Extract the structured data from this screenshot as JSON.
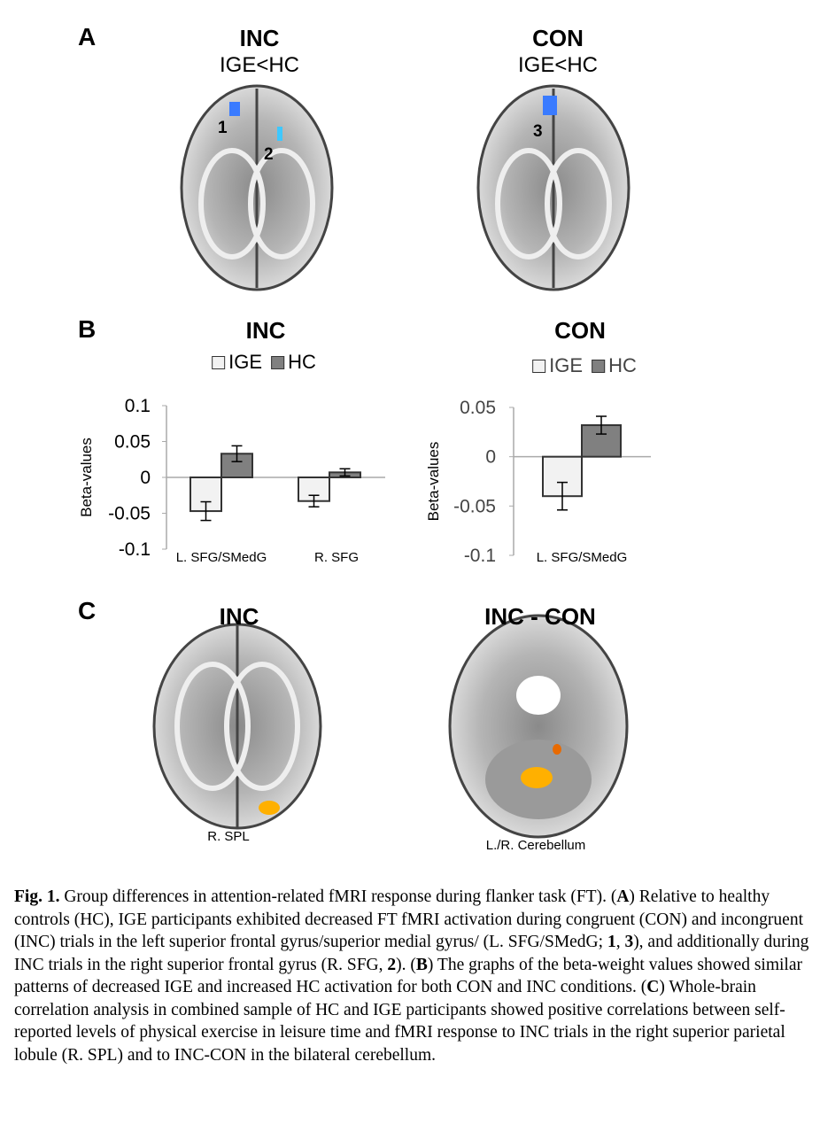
{
  "panels": {
    "a": "A",
    "b": "B",
    "c": "C"
  },
  "panel_a": {
    "left_title": "INC",
    "left_sub": "IGE<HC",
    "right_title": "CON",
    "right_sub": "IGE<HC",
    "markers": [
      "1",
      "2",
      "3"
    ]
  },
  "panel_b": {
    "left_title": "INC",
    "right_title": "CON",
    "legend": [
      "IGE",
      "HC"
    ]
  },
  "panel_c": {
    "left_title": "INC",
    "right_title": "INC - CON",
    "left_region": "R. SPL",
    "right_region": "L./R. Cerebellum"
  },
  "colors": {
    "ige": "#f2f2f2",
    "hc": "#808080",
    "blue": "#3a7bff",
    "cyan": "#3ec8ff",
    "hot": "#ffb000"
  },
  "chart_data": [
    {
      "type": "bar",
      "title": "INC",
      "ylabel": "Beta-values",
      "categories": [
        "L. SFG/SMedG",
        "R. SFG"
      ],
      "ylim": [
        -0.1,
        0.1
      ],
      "yticks": [
        "0.1",
        "0.05",
        "0",
        "-0.05",
        "-0.1"
      ],
      "ytick_values": [
        0.1,
        0.05,
        0,
        -0.05,
        -0.1
      ],
      "series": [
        {
          "name": "IGE",
          "values": [
            -0.047,
            -0.033
          ],
          "errors": [
            0.013,
            0.008
          ]
        },
        {
          "name": "HC",
          "values": [
            0.033,
            0.007
          ],
          "errors": [
            0.011,
            0.005
          ]
        }
      ]
    },
    {
      "type": "bar",
      "title": "CON",
      "ylabel": "Beta-values",
      "categories": [
        "L. SFG/SMedG"
      ],
      "ylim": [
        -0.1,
        0.05
      ],
      "yticks": [
        "0.05",
        "0",
        "-0.05",
        "-0.1"
      ],
      "ytick_values": [
        0.05,
        0,
        -0.05,
        -0.1
      ],
      "series": [
        {
          "name": "IGE",
          "values": [
            -0.04
          ],
          "errors": [
            0.014
          ]
        },
        {
          "name": "HC",
          "values": [
            0.032
          ],
          "errors": [
            0.009
          ]
        }
      ]
    }
  ],
  "caption": [
    {
      "t": "Fig. 1.",
      "b": true
    },
    {
      "t": " Group differences in attention-related fMRI response during flanker task (FT). ("
    },
    {
      "t": "A",
      "b": true
    },
    {
      "t": ") Relative to healthy controls (HC), IGE participants exhibited decreased FT fMRI activation during congruent (CON) and incongruent (INC) trials in the left superior frontal gyrus/superior medial gyrus/ (L. SFG/SMedG; "
    },
    {
      "t": "1",
      "b": true
    },
    {
      "t": ", "
    },
    {
      "t": "3",
      "b": true
    },
    {
      "t": "), and additionally during INC trials in the right superior frontal gyrus (R. SFG, "
    },
    {
      "t": "2",
      "b": true
    },
    {
      "t": "). ("
    },
    {
      "t": "B",
      "b": true
    },
    {
      "t": ") The graphs of the beta-weight values showed similar patterns of decreased IGE and increased HC activation for both CON and INC conditions. ("
    },
    {
      "t": "C",
      "b": true
    },
    {
      "t": ") Whole-brain correlation analysis in combined sample of HC and IGE participants showed positive correlations between self-reported levels of physical exercise in leisure time and fMRI response to INC trials in the right superior parietal lobule (R. SPL) and to INC-CON in the bilateral cerebellum."
    }
  ]
}
